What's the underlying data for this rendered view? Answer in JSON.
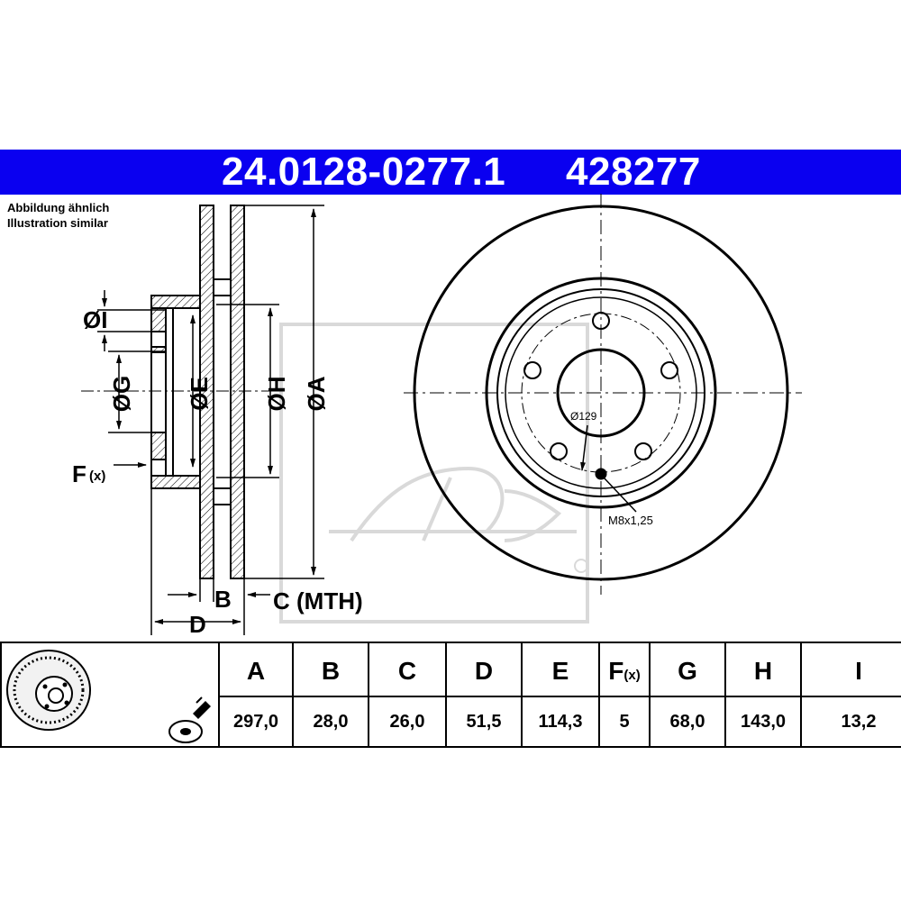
{
  "header": {
    "part_number": "24.0128-0277.1",
    "ref_number": "428277"
  },
  "note": {
    "line_de": "Abbildung ähnlich",
    "line_en": "Illustration similar"
  },
  "labels": {
    "dia_i": "ØI",
    "dia_g": "ØG",
    "dia_e": "ØE",
    "dia_h": "ØH",
    "dia_a": "ØA",
    "f": "F",
    "f_sub": "(x)",
    "b": "B",
    "c_mth": "C (MTH)",
    "d": "D",
    "bolt_circle": "Ø129",
    "thread": "M8x1,25"
  },
  "colors": {
    "header_bg": "#0a00f0",
    "header_text": "#ffffff",
    "line": "#000000",
    "watermark": "#d9d9d9"
  },
  "icons": [
    "brake-disc-thumbnail-icon",
    "screw-icon"
  ],
  "table": {
    "columns": [
      {
        "key": "A",
        "header": "A",
        "value": "297,0"
      },
      {
        "key": "B",
        "header": "B",
        "value": "28,0"
      },
      {
        "key": "C",
        "header": "C",
        "value": "26,0"
      },
      {
        "key": "D",
        "header": "D",
        "value": "51,5"
      },
      {
        "key": "E",
        "header": "E",
        "value": "114,3"
      },
      {
        "key": "F",
        "header": "F",
        "header_sub": "(x)",
        "value": "5"
      },
      {
        "key": "G",
        "header": "G",
        "value": "68,0"
      },
      {
        "key": "H",
        "header": "H",
        "value": "143,0"
      },
      {
        "key": "I",
        "header": "I",
        "value": "13,2"
      }
    ]
  }
}
